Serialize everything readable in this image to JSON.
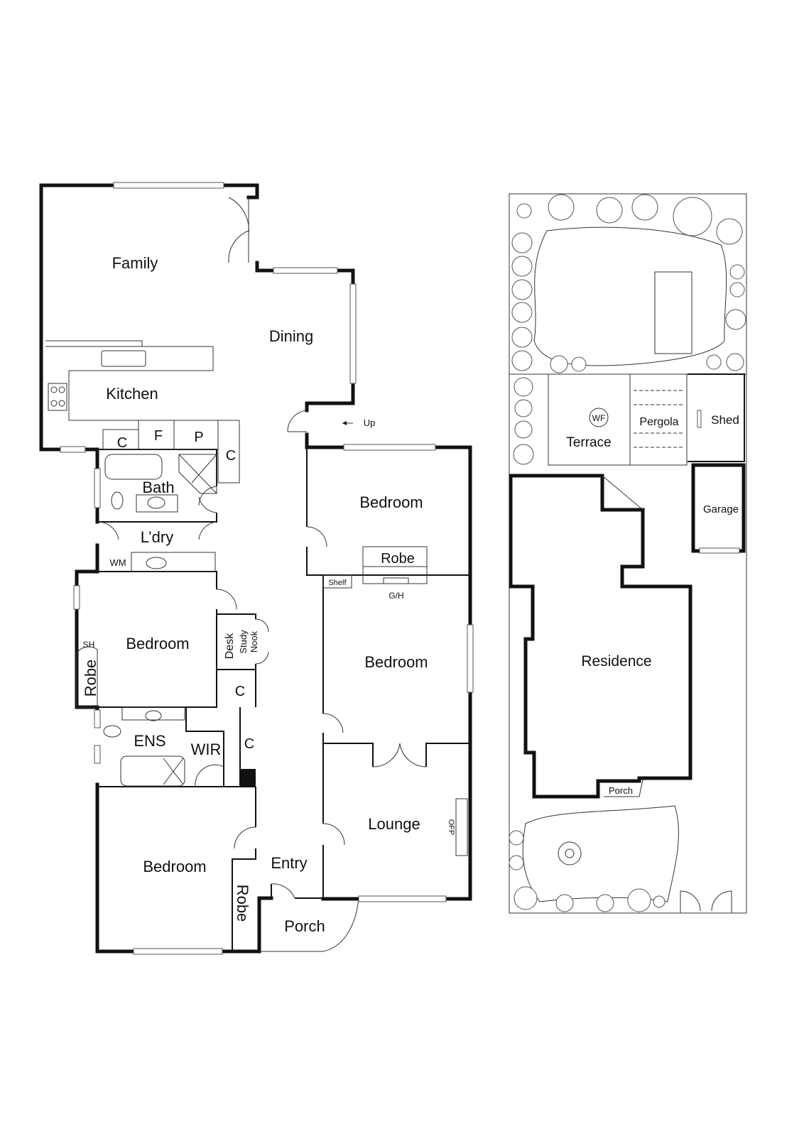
{
  "house": {
    "family": "Family",
    "dining": "Dining",
    "kitchen": "Kitchen",
    "cupboard_kitchen": "C",
    "fridge": "F",
    "pantry": "P",
    "cupboard_pantry": "C",
    "bath": "Bath",
    "laundry": "L’dry",
    "wm": "WM",
    "bedroom_left": "Bedroom",
    "sh": "SH",
    "robe_left": "Robe",
    "desk": "Desk",
    "study_nook_1": "Study",
    "study_nook_2": "Nook",
    "cupboard_hall": "C",
    "ens": "ENS",
    "wir": "WIR",
    "cupboard_wir": "C",
    "bedroom_front_left": "Bedroom",
    "robe_front": "Robe",
    "entry": "Entry",
    "porch": "Porch",
    "up": "Up",
    "bedroom_rear_right": "Bedroom",
    "robe_right": "Robe",
    "shelf": "Shelf",
    "gh": "G/H",
    "bedroom_right": "Bedroom",
    "lounge": "Lounge",
    "ofp": "OFP"
  },
  "site": {
    "wf": "WF",
    "terrace": "Terrace",
    "pergola": "Pergola",
    "shed": "Shed",
    "garage": "Garage",
    "residence": "Residence",
    "porch": "Porch"
  }
}
